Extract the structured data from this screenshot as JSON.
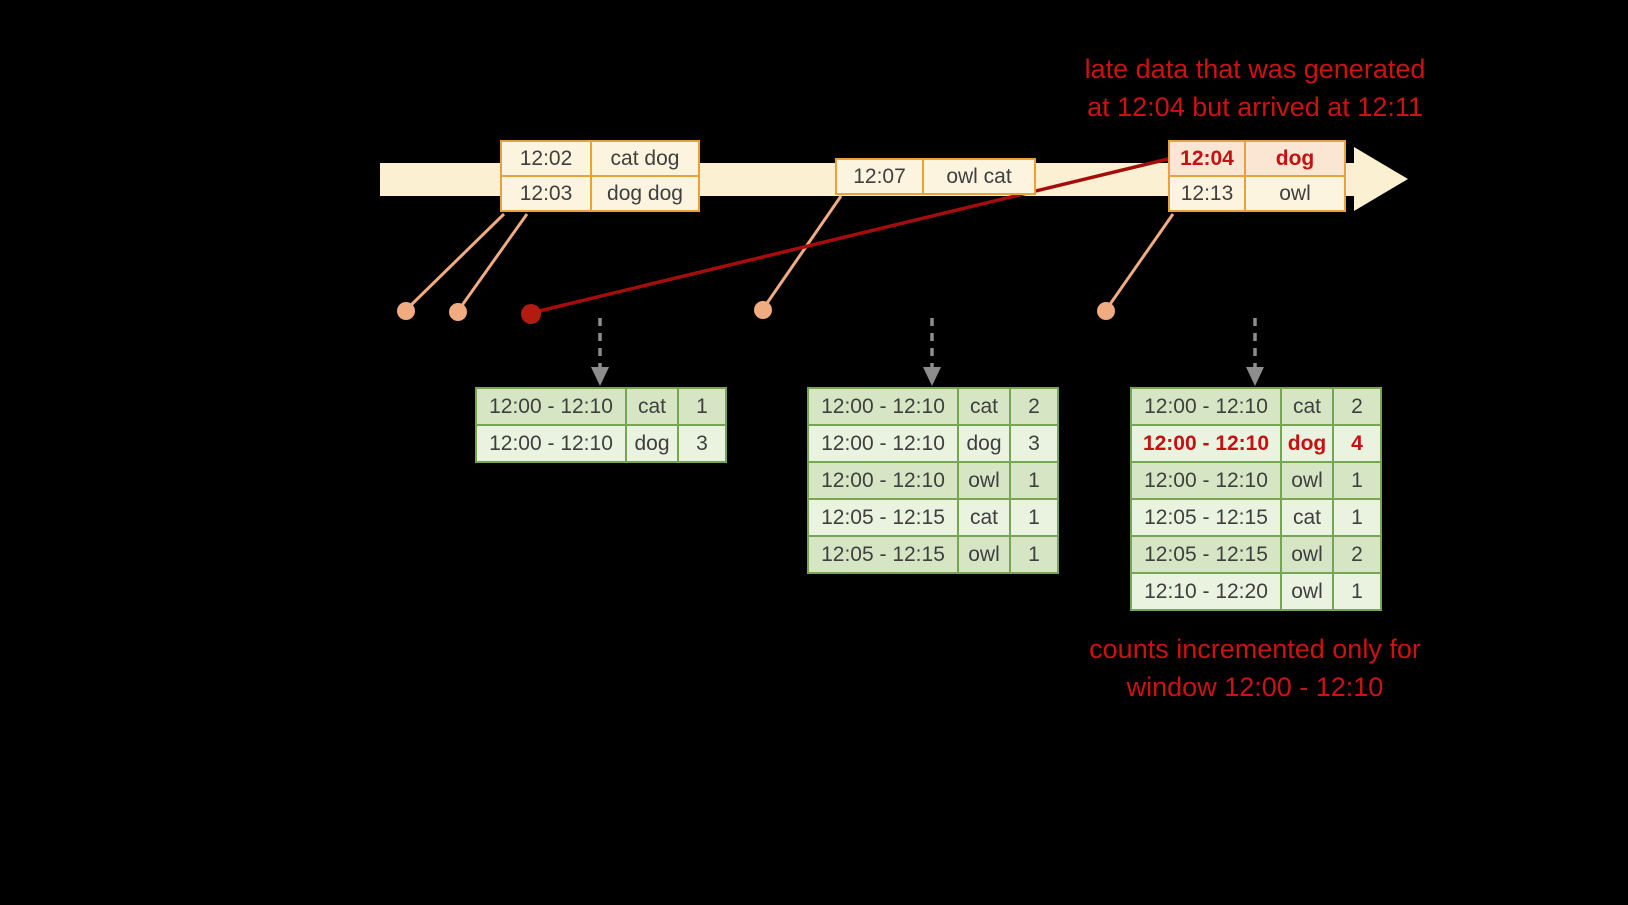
{
  "colors": {
    "background": "#000000",
    "annotation_red": "#cc1212",
    "timeline_fill": "#fcf0d2",
    "event_border": "#e7a33a",
    "event_fill": "#fdf4df",
    "late_event_fill": "#fbe6d4",
    "late_text_red": "#c41111",
    "connector_peach": "#f0ac80",
    "late_line_red": "#a50d0d",
    "trigger_arrow_gray": "#8d8d8d",
    "table_border_green": "#76a653",
    "row_green_dark": "#d6e6c4",
    "row_green_light": "#eaf2e0",
    "cell_text": "#3f3f3f"
  },
  "annotations": {
    "late_data": {
      "line1": "late data that was generated",
      "line2": "at 12:04 but arrived at 12:11"
    },
    "counts_note": {
      "line1": "counts incremented only for",
      "line2": "window 12:00 - 12:10"
    }
  },
  "timeline": {
    "events": [
      {
        "time": "12:02",
        "words": "cat dog"
      },
      {
        "time": "12:03",
        "words": "dog dog"
      },
      {
        "time": "12:07",
        "words": "owl cat"
      },
      {
        "time": "12:04",
        "words": "dog",
        "late": true
      },
      {
        "time": "12:13",
        "words": "owl"
      }
    ]
  },
  "result_tables": [
    {
      "rows": [
        [
          "12:00 - 12:10",
          "cat",
          "1"
        ],
        [
          "12:00 - 12:10",
          "dog",
          "3"
        ]
      ]
    },
    {
      "rows": [
        [
          "12:00 - 12:10",
          "cat",
          "2"
        ],
        [
          "12:00 - 12:10",
          "dog",
          "3"
        ],
        [
          "12:00 - 12:10",
          "owl",
          "1"
        ],
        [
          "12:05 - 12:15",
          "cat",
          "1"
        ],
        [
          "12:05 - 12:15",
          "owl",
          "1"
        ]
      ]
    },
    {
      "rows": [
        [
          "12:00 - 12:10",
          "cat",
          "2"
        ],
        [
          "12:00 - 12:10",
          "dog",
          "4"
        ],
        [
          "12:00 - 12:10",
          "owl",
          "1"
        ],
        [
          "12:05 - 12:15",
          "cat",
          "1"
        ],
        [
          "12:05 - 12:15",
          "owl",
          "2"
        ],
        [
          "12:10 - 12:20",
          "owl",
          "1"
        ]
      ]
    }
  ]
}
